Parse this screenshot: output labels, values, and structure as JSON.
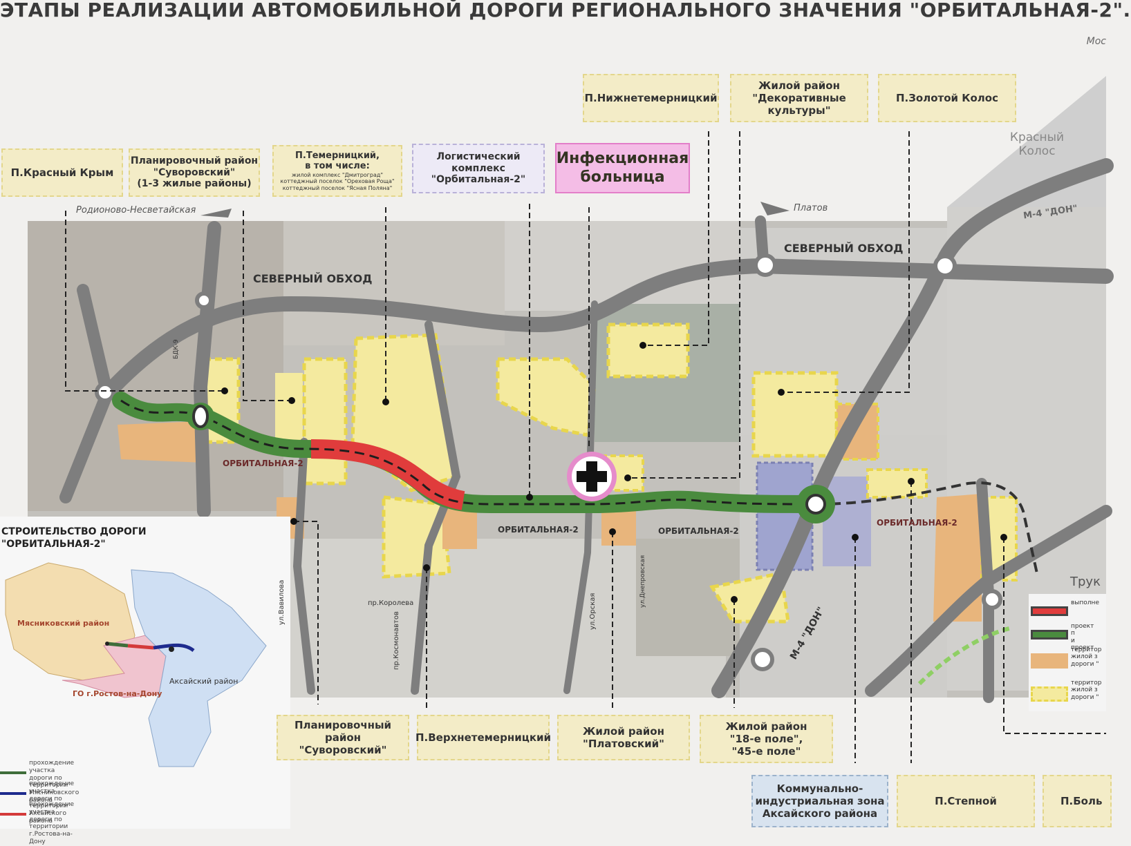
{
  "title": "ЭТАПЫ РЕАЛИЗАЦИИ АВТОМОБИЛЬНОЙ ДОРОГИ РЕГИОНАЛЬНОГО ЗНАЧЕНИЯ \"ОРБИТАЛЬНАЯ-2\".",
  "title_tail": "Мос",
  "colors": {
    "road_done": "#e03c3c",
    "road_project": "#4a8b3e",
    "ring_road": "#7f7f7f",
    "residential_yellow": "#f4ea9f",
    "residential_orange": "#e8b57c",
    "industrial_purple": "#9fa4cf",
    "hospital_pink": "#e58ccb"
  },
  "top_labels": [
    {
      "id": "krasny-krym",
      "text": "П.Красный Крым"
    },
    {
      "id": "suvorovsky-top",
      "text": "Планировочный район\n\"Суворовский\"\n(1-3 жилые районы)"
    },
    {
      "id": "temernitsky",
      "text": "П.Темерницкий,\nв том числе:",
      "notes": [
        "жилой комплекс \"Дмитроград\"",
        "коттеджный поселок \"Ореховая Роща\"",
        "коттеджный поселок \"Ясная Поляна\""
      ]
    },
    {
      "id": "logistic",
      "text": "Логистический\nкомплекс\n\"Орбитальная-2\""
    },
    {
      "id": "hospital",
      "text": "Инфекционная\nбольница"
    },
    {
      "id": "nizhnetemernitsky",
      "text": "П.Нижнетемерницкий"
    },
    {
      "id": "dekorativnye",
      "text": "Жилой район\n\"Декоративные\nкультуры\""
    },
    {
      "id": "zolotoy-kolos",
      "text": "П.Золотой Колос"
    }
  ],
  "bottom_labels": [
    {
      "id": "suvorovsky-bottom",
      "text": "Планировочный район\n\"Суворовский\""
    },
    {
      "id": "verkhnetemernitsky",
      "text": "П.Верхнетемерницкий"
    },
    {
      "id": "platovsky",
      "text": "Жилой район\n\"Платовский\""
    },
    {
      "id": "pole-18-45",
      "text": "Жилой район\n\"18-е поле\",\n\"45-е поле\""
    },
    {
      "id": "aksai-industrial",
      "text": "Коммунально-\nиндустриальная зона\nАксайского района"
    },
    {
      "id": "stepnoy",
      "text": "П.Степной"
    },
    {
      "id": "bolsh",
      "text": "П.Боль"
    }
  ],
  "roads": {
    "north_bypass_1": "СЕВЕРНЫЙ ОБХОД",
    "north_bypass_2": "СЕВЕРНЫЙ ОБХОД",
    "m4_top": "М-4 \"ДОН\"",
    "m4_bottom": "М-4 \"ДОН\"",
    "orbital": [
      "ОРБИТАЛЬНАЯ-2",
      "ОРБИТАЛЬНАЯ-2",
      "ОРБИТАЛЬНАЯ-2",
      "ОРБИТАЛЬНАЯ-2"
    ]
  },
  "towns": {
    "krasny_kolos": "Красный\nКолос",
    "trud": "Трук"
  },
  "directions": {
    "rodionovo": "Родионово-Несветайская",
    "platov": "Платов"
  },
  "streets": {
    "vavilova": "ул.Вавилова",
    "koroleva": "пр.Королева",
    "kosmonavtov": "пр.Космонавтов",
    "orskaya": "ул.Орская",
    "dneprovskaya": "ул.Днепровская",
    "bdk": "БДК-9"
  },
  "inset": {
    "title": "СТРОИТЕЛЬСТВО ДОРОГИ\n\"ОРБИТАЛЬНАЯ-2\"",
    "districts": [
      "Мясниковский район",
      "ГО г.Ростов-на-Дону",
      "Аксайский район"
    ],
    "legend": [
      {
        "text": "прохождение участка дороги по\nтерритории Мясниковского района",
        "color": "#3f6e3a"
      },
      {
        "text": "прохождение участка дороги по\nтерритории Аксайского района",
        "color": "#1e2b8e"
      },
      {
        "text": "прохождение участка дороги по\nтерритории г.Ростова-на-Дону",
        "color": "#d43a3a"
      }
    ]
  },
  "legend_right": [
    {
      "text": "выполне",
      "swatch": "road-done"
    },
    {
      "text": "проект п\nи проект",
      "swatch": "road-project"
    },
    {
      "text": "территор\nжилой з\nдороги \"",
      "swatch": "orange-zone"
    },
    {
      "text": "территор\nжилой з\nдороги \"",
      "swatch": "yellow-zone"
    }
  ]
}
